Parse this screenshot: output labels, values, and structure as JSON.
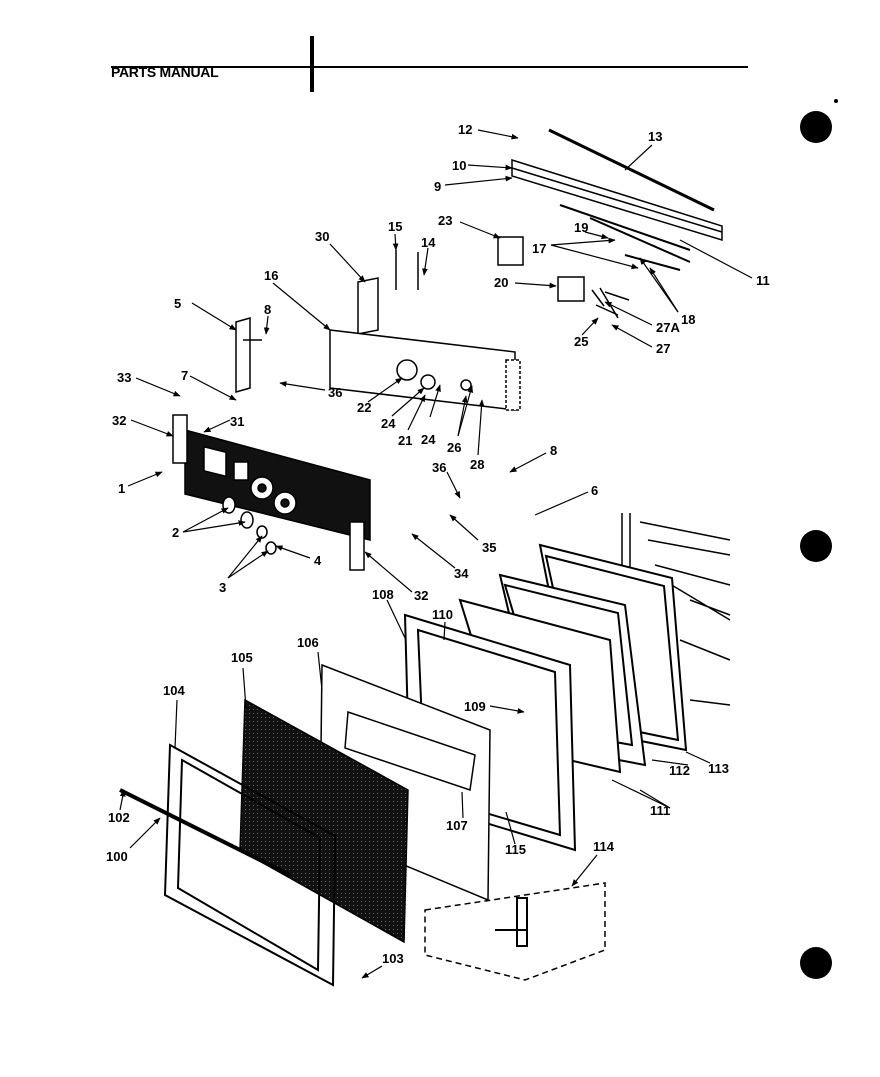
{
  "header": {
    "title": "PARTS MANUAL"
  },
  "callouts": [
    {
      "id": "c12",
      "text": "12"
    },
    {
      "id": "c13",
      "text": "13"
    },
    {
      "id": "c10",
      "text": "10"
    },
    {
      "id": "c9",
      "text": "9"
    },
    {
      "id": "c23",
      "text": "23"
    },
    {
      "id": "c15",
      "text": "15"
    },
    {
      "id": "c14",
      "text": "14"
    },
    {
      "id": "c30",
      "text": "30"
    },
    {
      "id": "c19",
      "text": "19"
    },
    {
      "id": "c17",
      "text": "17"
    },
    {
      "id": "c11",
      "text": "11"
    },
    {
      "id": "c20",
      "text": "20"
    },
    {
      "id": "c18",
      "text": "18"
    },
    {
      "id": "c27A",
      "text": "27A"
    },
    {
      "id": "c25",
      "text": "25"
    },
    {
      "id": "c27",
      "text": "27"
    },
    {
      "id": "c16",
      "text": "16"
    },
    {
      "id": "c5",
      "text": "5"
    },
    {
      "id": "c8a",
      "text": "8"
    },
    {
      "id": "c36a",
      "text": "36"
    },
    {
      "id": "c22",
      "text": "22"
    },
    {
      "id": "c24a",
      "text": "24"
    },
    {
      "id": "c21",
      "text": "21"
    },
    {
      "id": "c24b",
      "text": "24"
    },
    {
      "id": "c26",
      "text": "26"
    },
    {
      "id": "c28",
      "text": "28"
    },
    {
      "id": "c33",
      "text": "33"
    },
    {
      "id": "c7",
      "text": "7"
    },
    {
      "id": "c32a",
      "text": "32"
    },
    {
      "id": "c31",
      "text": "31"
    },
    {
      "id": "c8b",
      "text": "8"
    },
    {
      "id": "c1",
      "text": "1"
    },
    {
      "id": "c36b",
      "text": "36"
    },
    {
      "id": "c6",
      "text": "6"
    },
    {
      "id": "c2",
      "text": "2"
    },
    {
      "id": "c3",
      "text": "3"
    },
    {
      "id": "c4",
      "text": "4"
    },
    {
      "id": "c35",
      "text": "35"
    },
    {
      "id": "c32b",
      "text": "32"
    },
    {
      "id": "c34",
      "text": "34"
    },
    {
      "id": "c108",
      "text": "108"
    },
    {
      "id": "c110",
      "text": "110"
    },
    {
      "id": "c106",
      "text": "106"
    },
    {
      "id": "c105",
      "text": "105"
    },
    {
      "id": "c104",
      "text": "104"
    },
    {
      "id": "c109",
      "text": "109"
    },
    {
      "id": "c102",
      "text": "102"
    },
    {
      "id": "c100",
      "text": "100"
    },
    {
      "id": "c107",
      "text": "107"
    },
    {
      "id": "c115",
      "text": "115"
    },
    {
      "id": "c111",
      "text": "111"
    },
    {
      "id": "c112",
      "text": "112"
    },
    {
      "id": "c113",
      "text": "113"
    },
    {
      "id": "c114",
      "text": "114"
    },
    {
      "id": "c103",
      "text": "103"
    }
  ]
}
